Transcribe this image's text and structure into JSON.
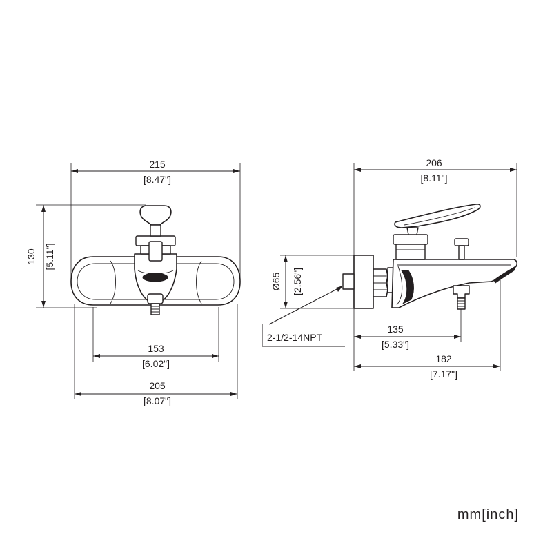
{
  "dimensions": {
    "front_width_top": {
      "mm": "215",
      "inch": "[8.47\"]"
    },
    "front_height": {
      "mm": "130",
      "inch": "[5.11\"]"
    },
    "front_centers": {
      "mm": "153",
      "inch": "[6.02\"]"
    },
    "front_width_bottom": {
      "mm": "205",
      "inch": "[8.07\"]"
    },
    "side_depth_top": {
      "mm": "206",
      "inch": "[8.11\"]"
    },
    "side_diameter": {
      "mm": "Ø65",
      "inch": "[2.56\"]"
    },
    "side_depth_mid": {
      "mm": "135",
      "inch": "[5.33\"]"
    },
    "side_depth_bottom": {
      "mm": "182",
      "inch": "[7.17\"]"
    }
  },
  "callouts": {
    "thread": "2-1/2-14NPT"
  },
  "units_label": "mm[inch]"
}
